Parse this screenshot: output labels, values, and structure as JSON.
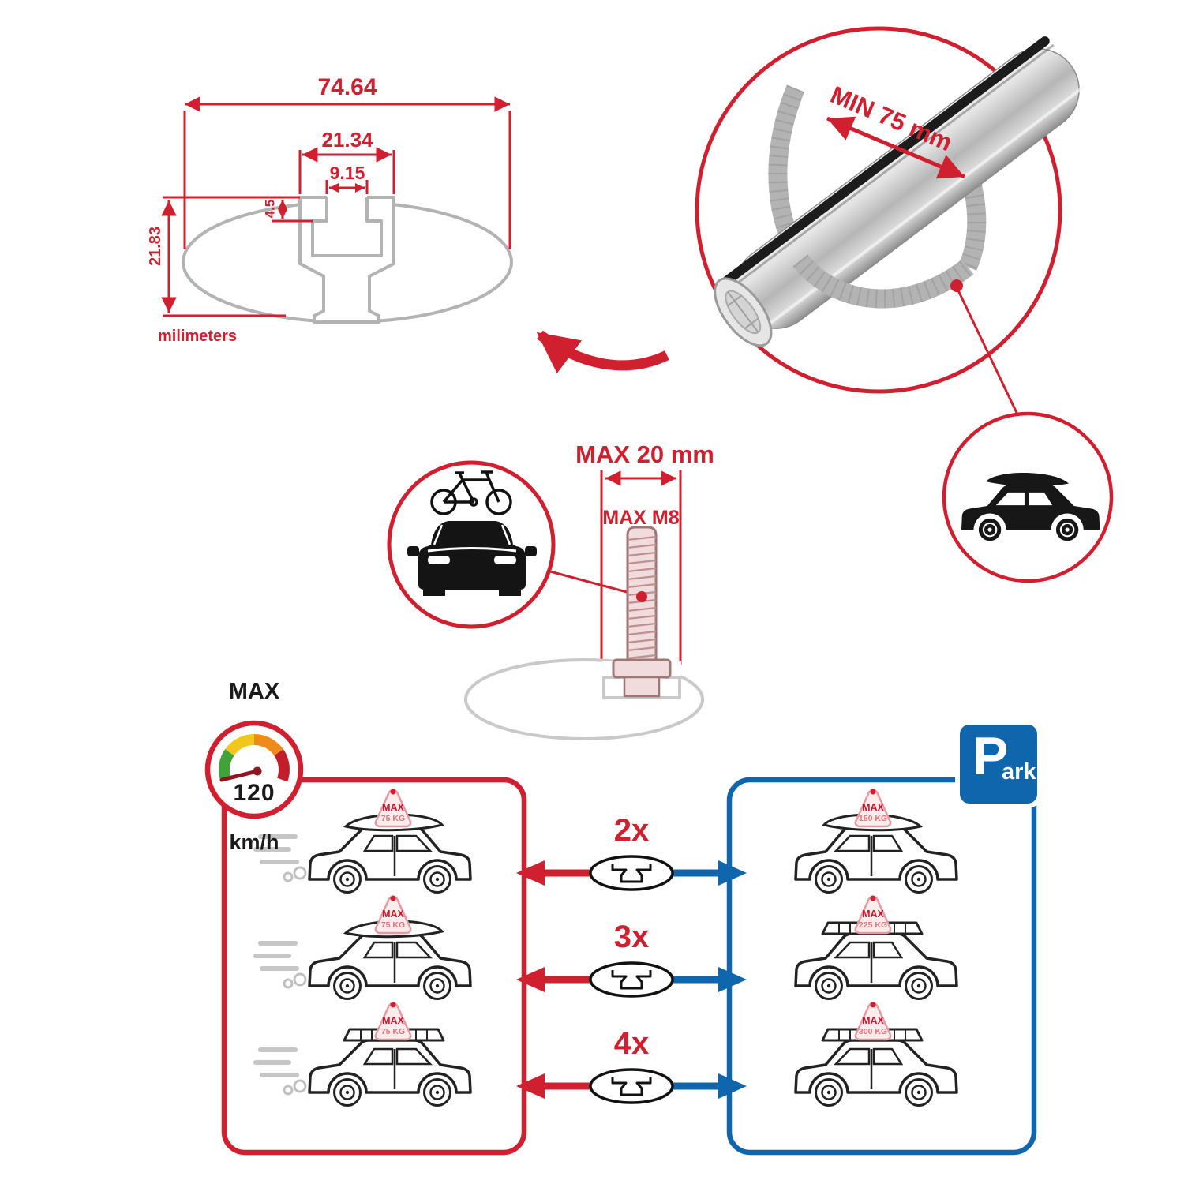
{
  "cross_section_diagram": {
    "total_width": "74.64",
    "channel_outer_width": "21.34",
    "slot_opening_width": "9.15",
    "lip_depth": "4.5",
    "profile_height": "21.83",
    "units_label": "milimeters"
  },
  "bar_detail": {
    "min_clamp_span": "MIN 75 mm"
  },
  "bolt_spec": {
    "max_protrusion": "MAX 20 mm",
    "max_thread": "MAX M8"
  },
  "speed_gauge": {
    "title": "MAX",
    "value": "120",
    "unit": "km/h"
  },
  "park_sign": {
    "initial": "P",
    "suffix": "ark"
  },
  "load_rows": [
    {
      "qty": "2x",
      "left_tag": {
        "label": "MAX",
        "weight": "75 KG"
      },
      "right_tag": {
        "label": "MAX",
        "weight": "150 KG"
      }
    },
    {
      "qty": "3x",
      "left_tag": {
        "label": "MAX",
        "weight": "75 KG"
      },
      "right_tag": {
        "label": "MAX",
        "weight": "225 KG"
      }
    },
    {
      "qty": "4x",
      "left_tag": {
        "label": "MAX",
        "weight": "75 KG"
      },
      "right_tag": {
        "label": "MAX",
        "weight": "300 KG"
      }
    }
  ],
  "colors": {
    "red": "#d01f2f",
    "blue": "#1066ad",
    "gray": "#b3b3b3",
    "black": "#1a1a1a"
  }
}
